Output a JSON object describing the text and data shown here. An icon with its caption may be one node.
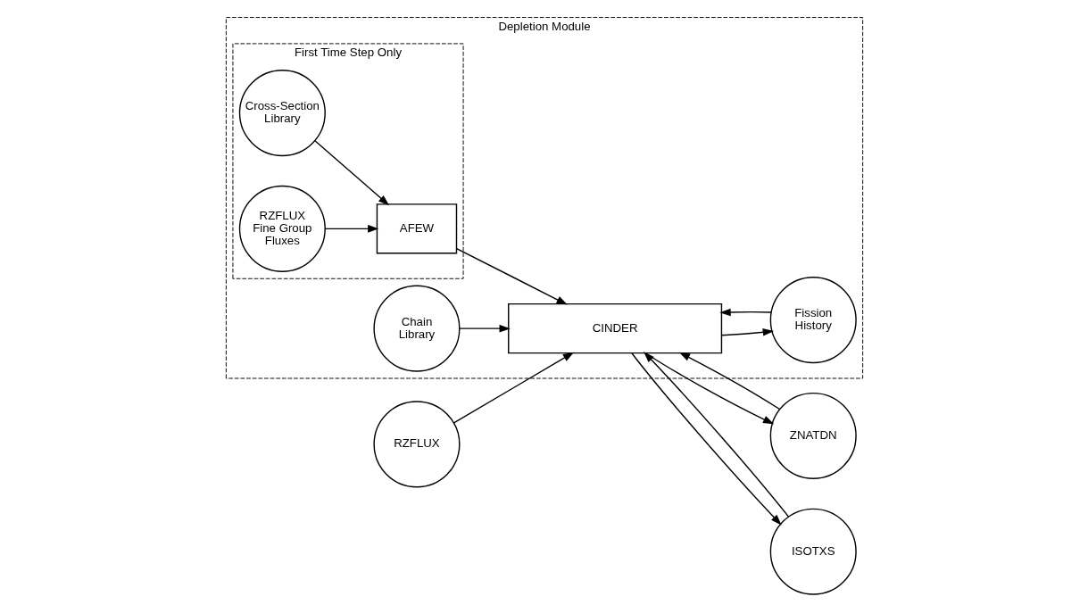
{
  "diagram": {
    "nodes": [
      {
        "text": [
          "Depletion Module"
        ]
      },
      {
        "text": [
          "First Time Step Only"
        ],
        "in": 0
      },
      {
        "text": [
          "Cross-Section Library"
        ],
        "in": 1
      },
      {
        "text": [
          "RZFLUX Fine Group Fluxes"
        ],
        "in": 1
      },
      {
        "text": [
          "AFEW"
        ],
        "in": 1
      },
      {
        "text": [
          "Chain Library"
        ],
        "in": 0
      },
      {
        "text": [
          "Fission History"
        ],
        "in": 0
      },
      {
        "text": [
          "CINDER"
        ],
        "in": 0
      },
      {
        "text": [
          "ZNATDN"
        ]
      },
      {
        "text": [
          "ISOTXS"
        ]
      },
      {
        "text": [
          "RZFLUX"
        ]
      }
    ],
    "edges": [
      {
        "from": 2,
        "to": 4,
        "arrow": "to"
      },
      {
        "from": 3,
        "to": 4,
        "arrow": "to"
      },
      {
        "from": 4,
        "to": 7,
        "arrow": "to"
      },
      {
        "from": 5,
        "to": 7,
        "arrow": "to"
      },
      {
        "from": 6,
        "to": 7,
        "arrow": "to"
      },
      {
        "from": 7,
        "to": 6,
        "arrow": "to"
      },
      {
        "from": 8,
        "to": 7,
        "arrow": "to"
      },
      {
        "from": 7,
        "to": 8,
        "arrow": "to"
      },
      {
        "from": 9,
        "to": 7,
        "arrow": "to"
      },
      {
        "from": 7,
        "to": 9,
        "arrow": "to"
      },
      {
        "from": 10,
        "to": 7,
        "arrow": "to"
      }
    ]
  }
}
